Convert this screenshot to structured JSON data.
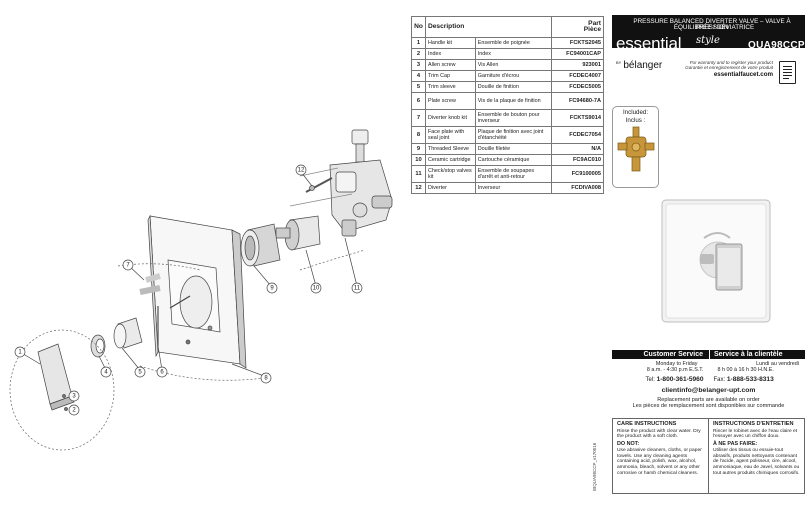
{
  "parts_table": {
    "headers": {
      "no": "No",
      "description": "Description",
      "part_line1": "Part",
      "part_line2": "Pièce"
    },
    "rows": [
      {
        "no": "1",
        "en": "Handle kit",
        "fr": "Ensemble de poignée",
        "part": "FCKTS2045"
      },
      {
        "no": "2",
        "en": "Index",
        "fr": "Index",
        "part": "FC94001CAP"
      },
      {
        "no": "3",
        "en": "Allen screw",
        "fr": "Vis Allen",
        "part": "923001"
      },
      {
        "no": "4",
        "en": "Trim Cap",
        "fr": "Garniture d'écrou",
        "part": "FCDEC4007"
      },
      {
        "no": "5",
        "en": "Trim sleeve",
        "fr": "Douille de finition",
        "part": "FCDEC5005"
      },
      {
        "no": "6",
        "en": "Plate screw",
        "fr": "Vis de la plaque de finition",
        "part": "FC94680-7A"
      },
      {
        "no": "7",
        "en": "Diverter knob kit",
        "fr": "Ensemble de bouton pour inverseur",
        "part": "FCKTS9014"
      },
      {
        "no": "8",
        "en": "Face plate with seal joint",
        "fr": "Plaque de finition avec joint d'étanchéité",
        "part": "FCDEC7054"
      },
      {
        "no": "9",
        "en": "Threaded Sleeve",
        "fr": "Douille filetée",
        "part": "N/A"
      },
      {
        "no": "10",
        "en": "Ceramic cartridge",
        "fr": "Cartouche céramique",
        "part": "FC9AC010"
      },
      {
        "no": "11",
        "en": "Check/stop valves kit",
        "fr": "Ensemble de soupapes d'arrêt et anti-retour",
        "part": "FC9100005"
      },
      {
        "no": "12",
        "en": "Diverter",
        "fr": "Inverseur",
        "part": "FCDIVA008"
      }
    ]
  },
  "header": {
    "subtitle_line1": "PRESSURE BALANCED DIVERTER VALVE – VALVE À PRESSION",
    "subtitle_line2": "ÉQUILIBRÉE / DÉVIATRICE",
    "brand": "essential",
    "brand_style": "style",
    "model": "QUA98CCP",
    "brand_by": "BY",
    "maker": "bélanger",
    "register_en": "For warranty and to register your product",
    "register_fr": "Garantie et enregistrement de votre produit",
    "website": "essentialfaucet.com"
  },
  "included": {
    "line1": "Included:",
    "line2": "Inclus :"
  },
  "service": {
    "title_en": "Customer Service",
    "title_fr": "Service à la clientèle",
    "hours_en_1": "Monday to Friday",
    "hours_en_2": "8 a.m. - 4:30 p.m E.S.T.",
    "hours_fr_1": "Lundi au vendredi",
    "hours_fr_2": "8 h 00 à 16 h 30 H.N.E.",
    "tel_label": "Tel:",
    "tel": "1-800-361-5960",
    "fax_label": "Fax:",
    "fax": "1-888-533-8313",
    "email": "clientinfo@belanger-upt.com",
    "replace_en": "Replacement parts are available on order",
    "replace_fr": "Les pièces de remplacement sont disponibles sur commande"
  },
  "care": {
    "title_en": "CARE INSTRUCTIONS",
    "text_en": "Rinse the product with clear water. Dry the product with a soft cloth.",
    "donot_en": "DO NOT:",
    "donot_text_en": "Use abrasive cleaners, cloths, or paper towels. Use any cleaning agents containing acid, polish, wax, alcohol, ammonia, bleach, solvent or any other corrosive or harsh chemical cleaners.",
    "title_fr": "INSTRUCTIONS D'ENTRETIEN",
    "text_fr": "Rincer le robinet avec de l'eau claire et l'essuyer avec un chiffon doux.",
    "donot_fr": "À NE PAS FAIRE:",
    "donot_text_fr": "Utiliser des tissus ou essuie-tout abrasifs, produits nettoyants contenant de l'acide, agent polisseur, cire, alcool, ammoniaque, eau de Javel, solvants ou tout autres produits chimiques corrosifs."
  },
  "doc_code": "IBQUA98CCP_v170516",
  "callouts": [
    "1",
    "2",
    "3",
    "4",
    "5",
    "6",
    "7",
    "8",
    "9",
    "10",
    "11",
    "12"
  ],
  "colors": {
    "banner": "#111111",
    "line": "#444444",
    "chrome": "#d8d8d8",
    "brass": "#b8882e"
  }
}
